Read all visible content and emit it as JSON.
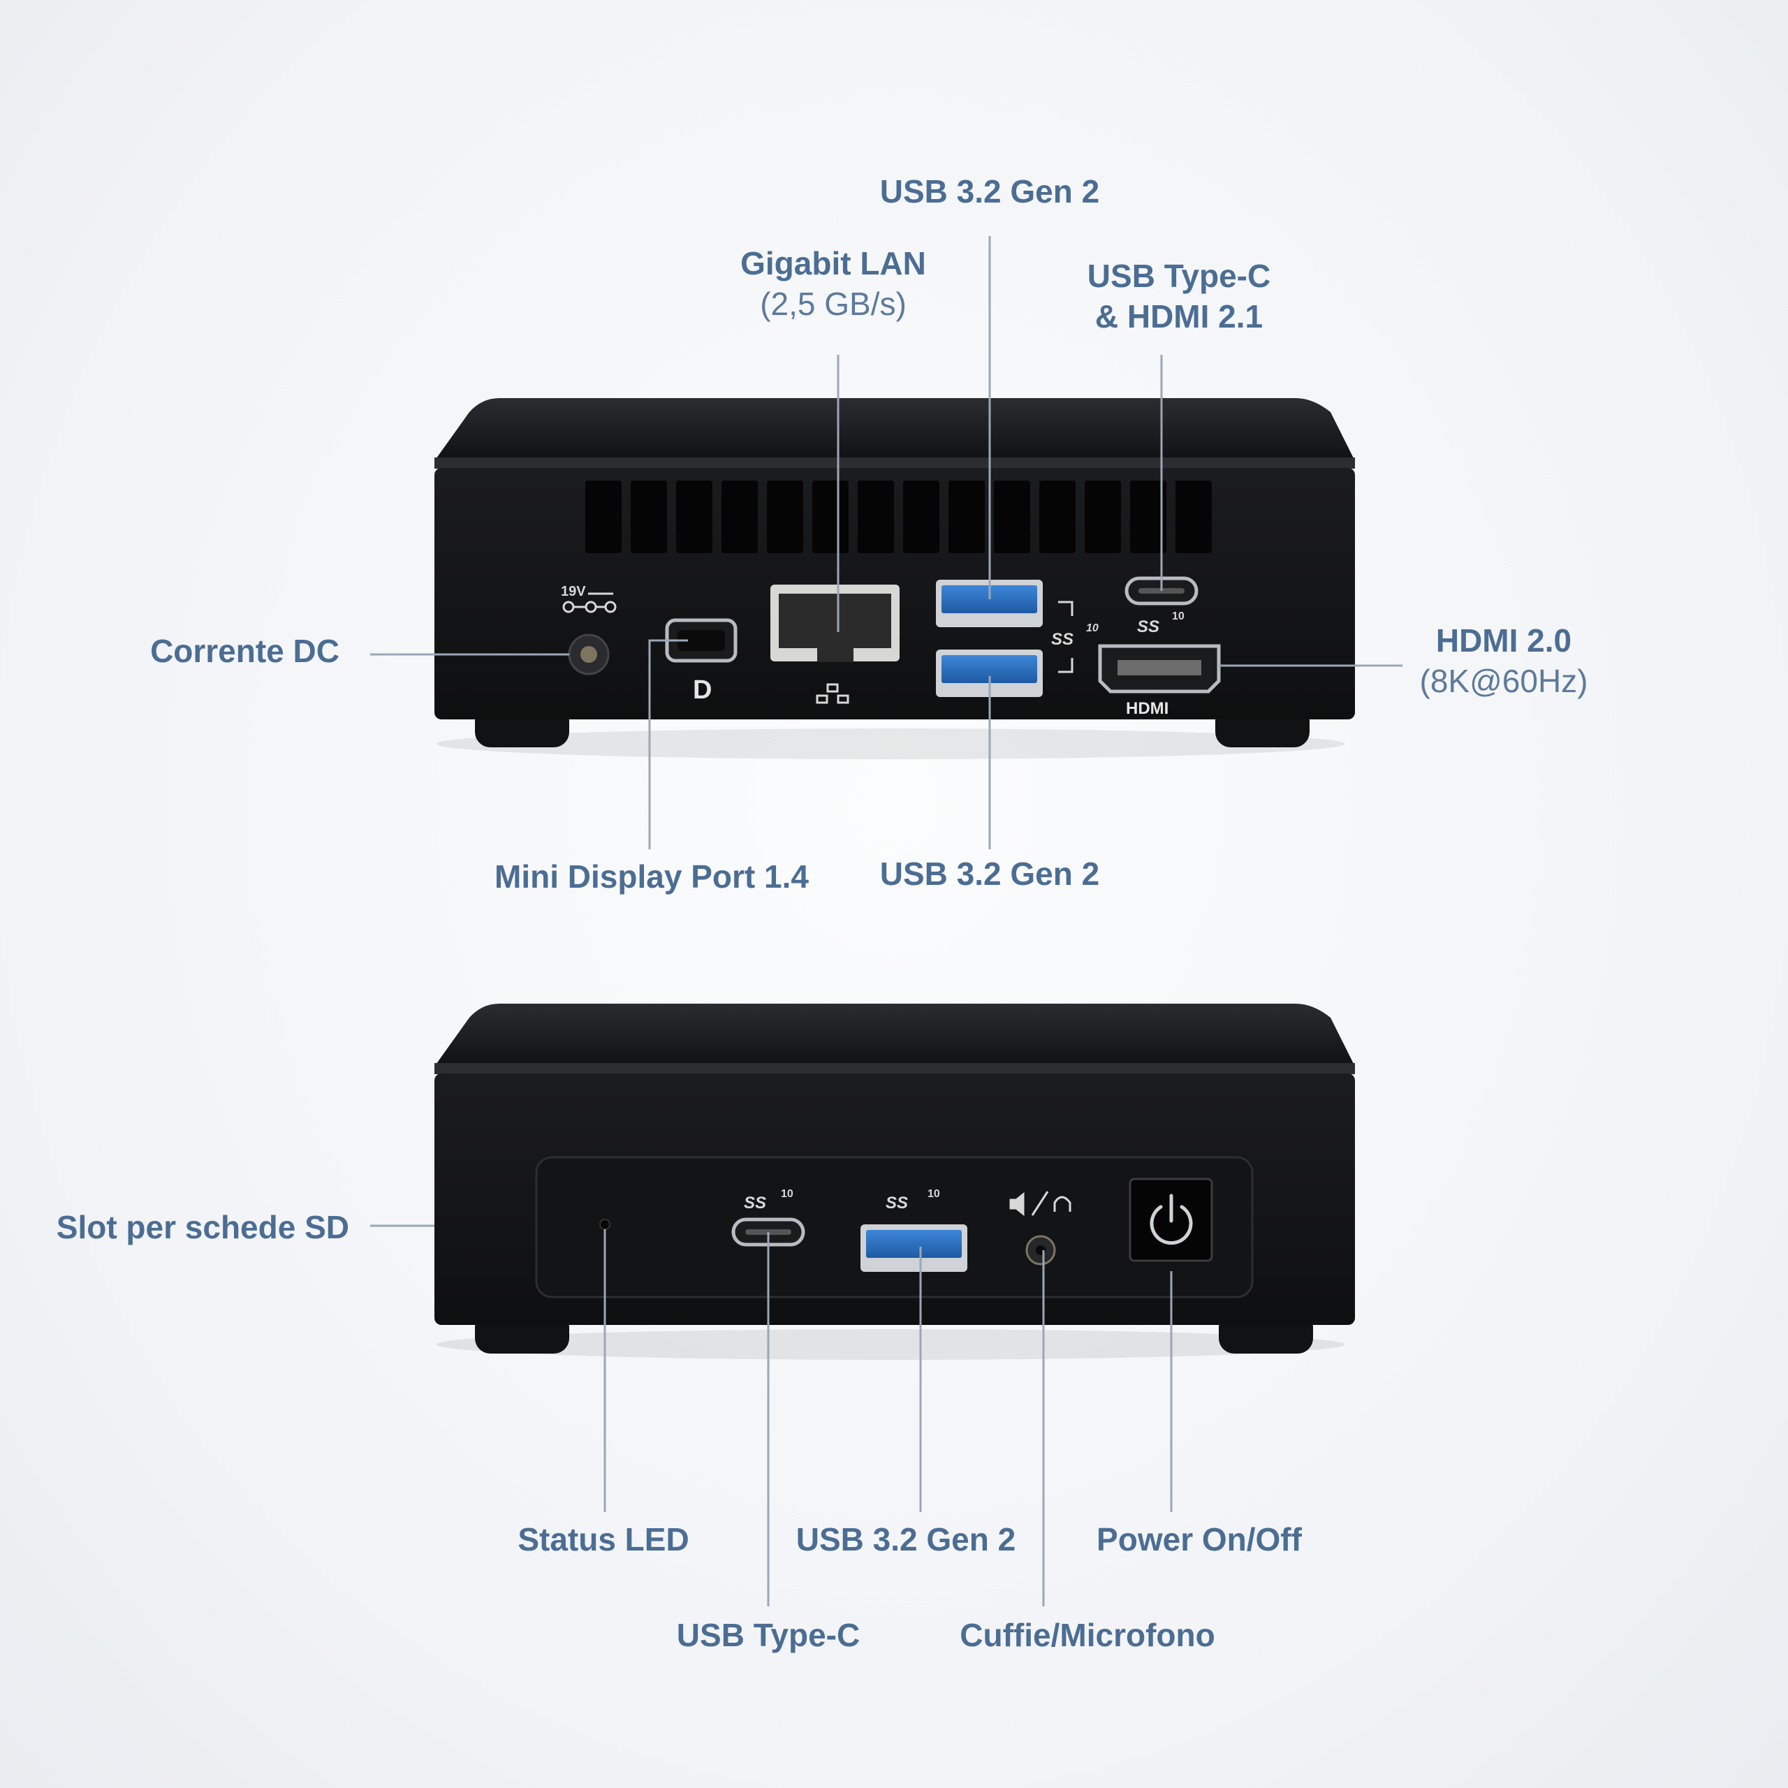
{
  "colors": {
    "label": "#4c6d93",
    "leader": "#9aa7b6",
    "body": "#151618",
    "usb_blue": "#2f74c6"
  },
  "rear": {
    "labels": {
      "usb_top": "USB 3.2 Gen 2",
      "lan": "Gigabit LAN",
      "lan_sub": "(2,5 GB/s)",
      "usbc_hdmi": "USB Type-C",
      "usbc_hdmi_2": "& HDMI 2.1",
      "dc": "Corrente DC",
      "hdmi": "HDMI 2.0",
      "hdmi_sub": "(8K@60Hz)",
      "mdp": "Mini Display Port 1.4",
      "usb_bottom": "USB 3.2 Gen 2"
    },
    "port_marks": {
      "dc_rating": "19V",
      "ss": "SS",
      "ss_speed": "10",
      "hdmi_logo": "HDMI",
      "dp_logo": "D"
    }
  },
  "front": {
    "labels": {
      "sd": "Slot per schede SD",
      "status": "Status LED",
      "usb": "USB 3.2 Gen 2",
      "power": "Power On/Off",
      "usbc": "USB Type-C",
      "audio": "Cuffie/Microfono"
    },
    "port_marks": {
      "ss": "SS",
      "ss_speed": "10"
    }
  }
}
